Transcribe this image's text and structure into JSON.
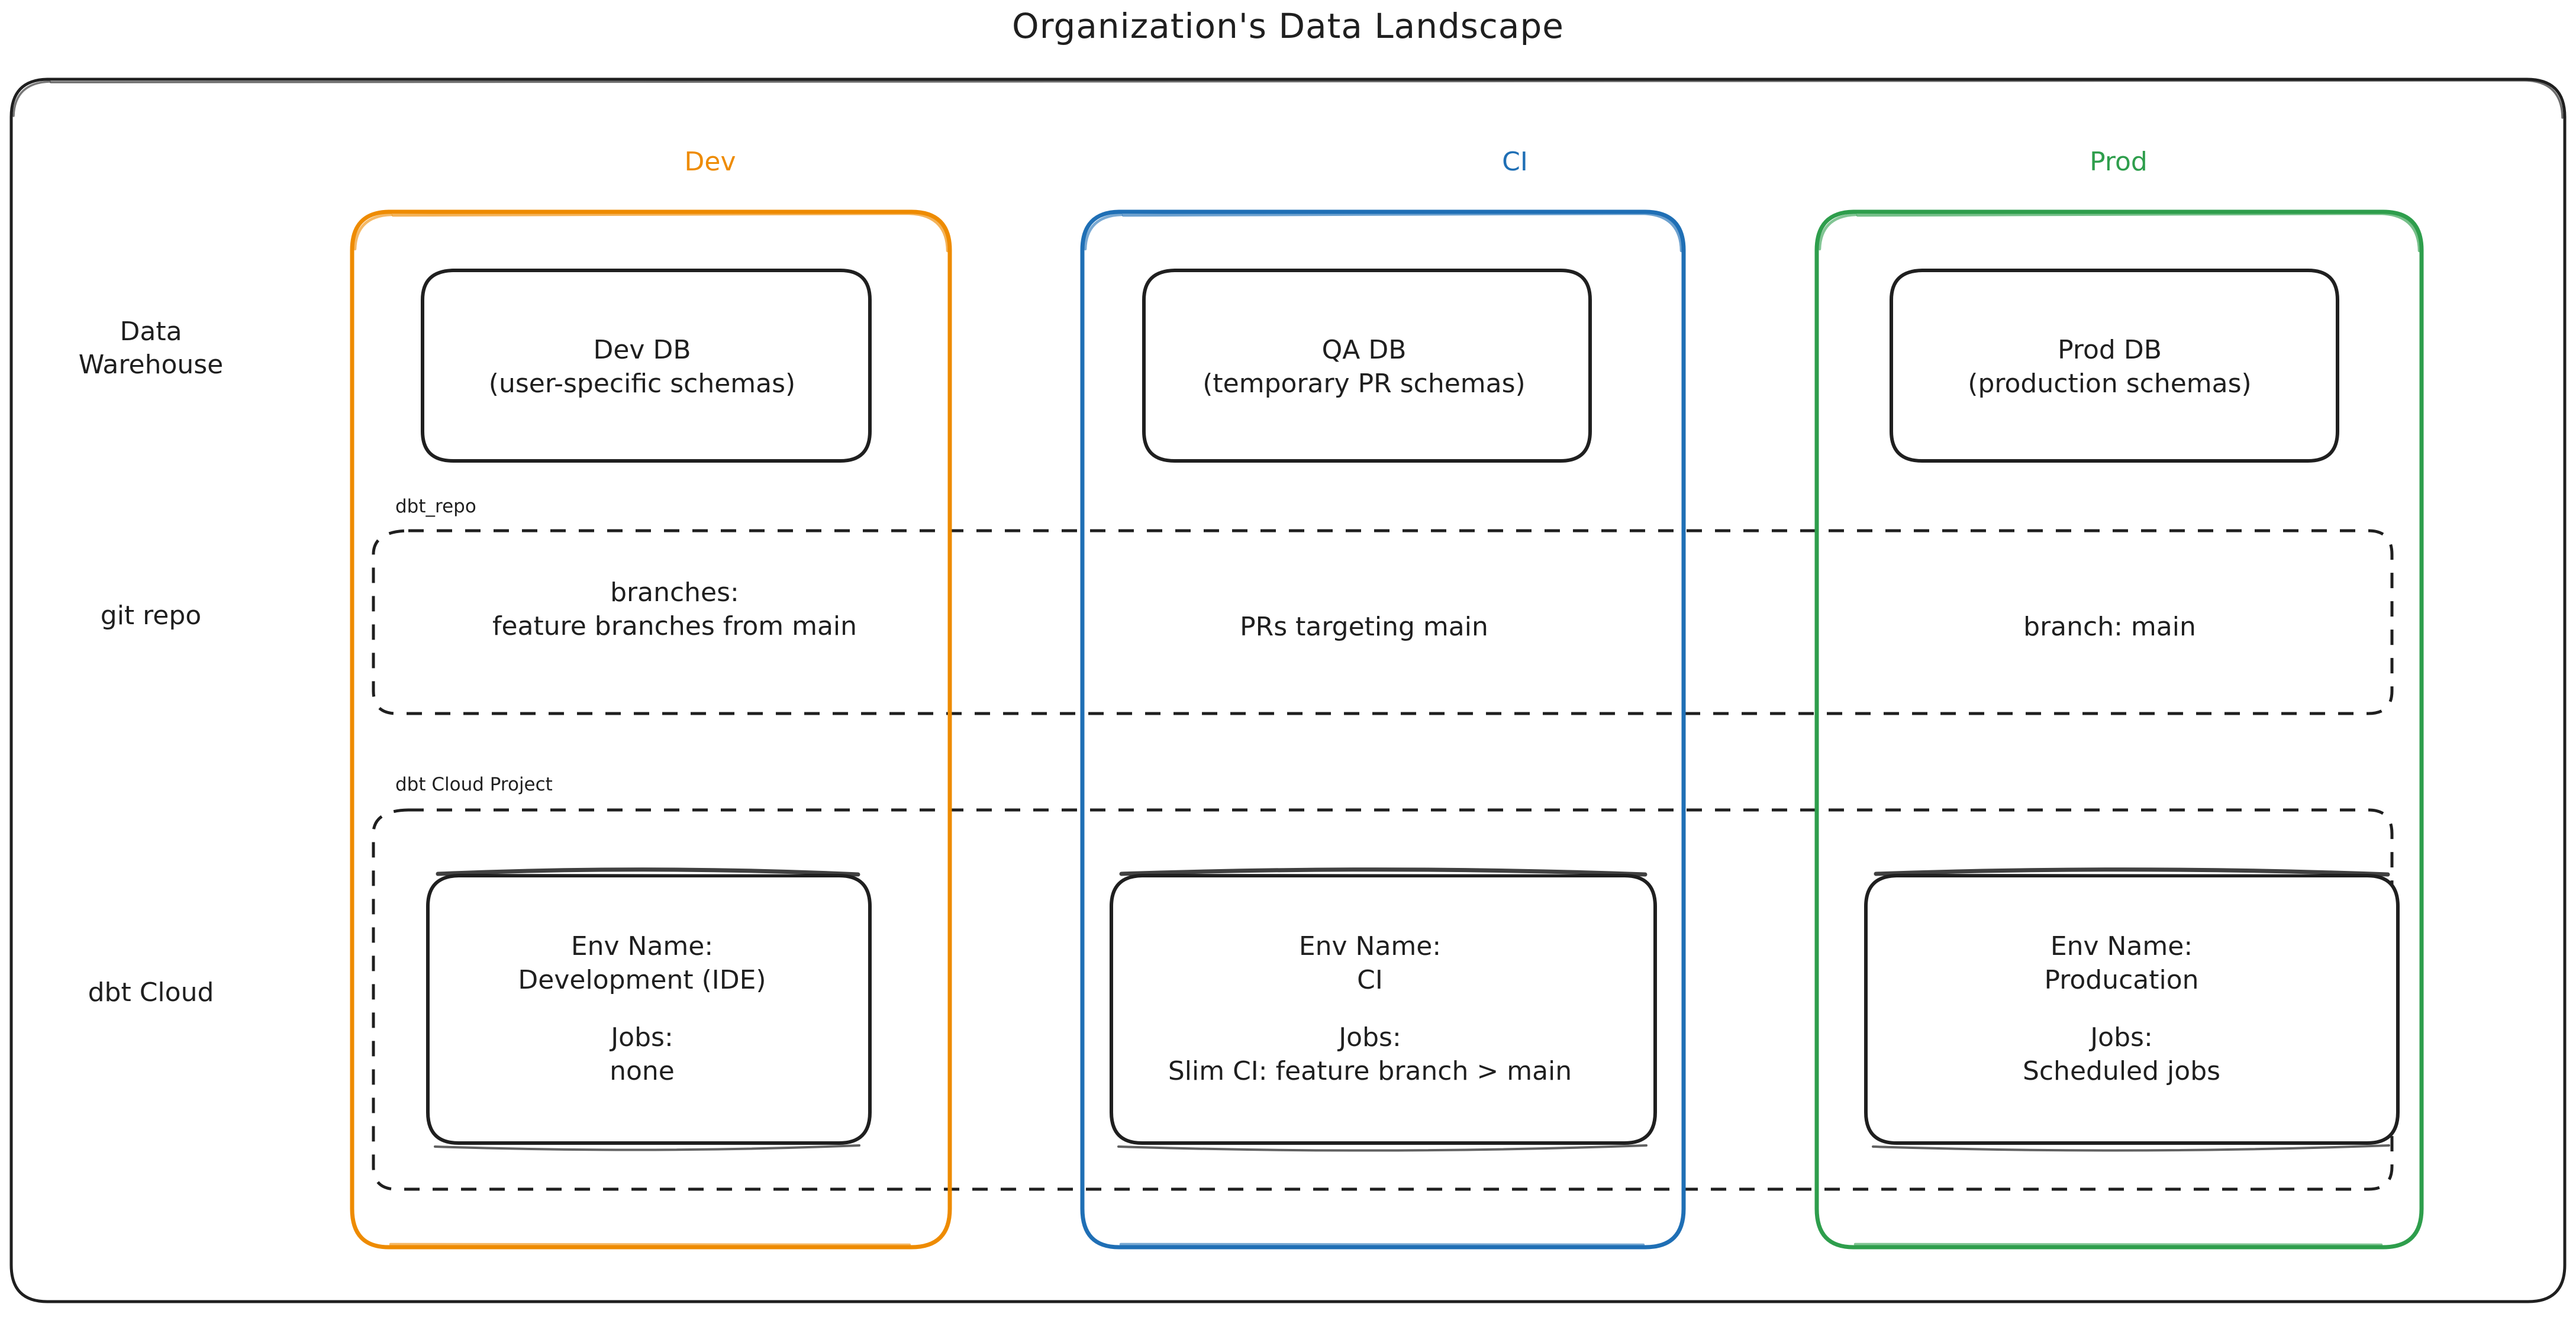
{
  "title": "Organization's Data Landscape",
  "colors": {
    "dev": "#EE8B00",
    "ci": "#1F6FB5",
    "prod": "#2E9E4C",
    "stroke": "#1f1f1f",
    "background": "#ffffff"
  },
  "columns": [
    {
      "id": "dev",
      "label": "Dev"
    },
    {
      "id": "ci",
      "label": "CI"
    },
    {
      "id": "prod",
      "label": "Prod"
    }
  ],
  "rows": [
    {
      "id": "warehouse",
      "label_line1": "Data",
      "label_line2": "Warehouse"
    },
    {
      "id": "gitrepo",
      "label_line1": "git repo",
      "label_line2": ""
    },
    {
      "id": "dbtcloud",
      "label_line1": "dbt Cloud",
      "label_line2": ""
    }
  ],
  "groups": {
    "git_repo": {
      "caption": "dbt_repo"
    },
    "dbt_cloud_project": {
      "caption": "dbt Cloud Project"
    }
  },
  "nodes": {
    "warehouse": {
      "dev": {
        "line1": "Dev DB",
        "line2": "(user-specific schemas)"
      },
      "ci": {
        "line1": "QA DB",
        "line2": "(temporary PR schemas)"
      },
      "prod": {
        "line1": "Prod DB",
        "line2": "(production schemas)"
      }
    },
    "gitrepo": {
      "dev": {
        "line1": "branches:",
        "line2": "feature branches from main"
      },
      "ci": {
        "line1": "PRs targeting main",
        "line2": ""
      },
      "prod": {
        "line1": "branch: main",
        "line2": ""
      }
    },
    "dbtcloud": {
      "dev": {
        "env_label": "Env Name:",
        "env_value": "Development (IDE)",
        "jobs_label": "Jobs:",
        "jobs_value": "none"
      },
      "ci": {
        "env_label": "Env Name:",
        "env_value": "CI",
        "jobs_label": "Jobs:",
        "jobs_value": "Slim CI: feature branch > main"
      },
      "prod": {
        "env_label": "Env Name:",
        "env_value": "Producation",
        "jobs_label": "Jobs:",
        "jobs_value": "Scheduled jobs"
      }
    }
  }
}
